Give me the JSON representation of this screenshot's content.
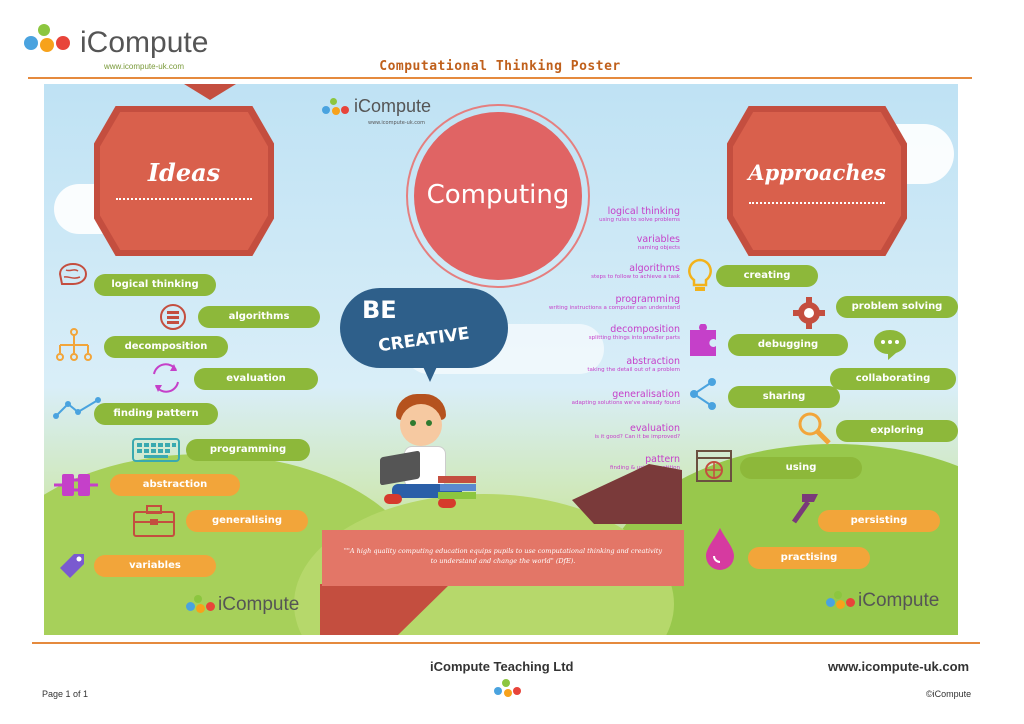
{
  "header": {
    "logo_text": "iCompute",
    "logo_url": "www.icompute-uk.com",
    "title": "Computational Thinking Poster"
  },
  "poster": {
    "inner_logo_text": "iCompute",
    "inner_logo_url": "www.icompute-uk.com",
    "ideas_title": "Ideas",
    "approaches_title": "Approaches",
    "computing_label": "Computing",
    "be_label": "BE",
    "creative_label": "CREATIVE",
    "quote": "\"\"A high quality computing education equips pupils to use computational thinking and creativity to understand and change the world\" (DfE).",
    "ideas": [
      "logical thinking",
      "algorithms",
      "decomposition",
      "evaluation",
      "finding pattern",
      "programming",
      "abstraction",
      "generalising",
      "variables"
    ],
    "approaches": [
      "creating",
      "problem solving",
      "debugging",
      "collaborating",
      "sharing",
      "exploring",
      "using",
      "persisting",
      "practising"
    ],
    "definitions": [
      {
        "term": "logical thinking",
        "desc": "using rules to solve problems"
      },
      {
        "term": "variables",
        "desc": "naming objects"
      },
      {
        "term": "algorithms",
        "desc": "steps to follow to achieve a task"
      },
      {
        "term": "programming",
        "desc": "writing instructions a computer can understand"
      },
      {
        "term": "decomposition",
        "desc": "splitting things into smaller parts"
      },
      {
        "term": "abstraction",
        "desc": "taking the detail out of a problem"
      },
      {
        "term": "generalisation",
        "desc": "adapting solutions we've already found"
      },
      {
        "term": "evaluation",
        "desc": "is it good? Can it be improved?"
      },
      {
        "term": "pattern",
        "desc": "finding & using repetition"
      }
    ],
    "bottom_left_logo": "iCompute",
    "bottom_right_logo": "iCompute"
  },
  "footer": {
    "company": "iCompute Teaching Ltd",
    "website": "www.icompute-uk.com",
    "page": "Page 1 of 1",
    "copyright": "©iCompute"
  },
  "colors": {
    "accent_orange": "#e58a3d",
    "pill_green": "#8db83a",
    "pill_orange": "#f2a53a",
    "hex_red": "#c44e3f",
    "magenta": "#c540c9"
  },
  "icons": [
    "brain-icon",
    "list-icon",
    "hierarchy-icon",
    "cycle-arrows-icon",
    "line-graph-icon",
    "keyboard-icon",
    "plug-icon",
    "toolbox-icon",
    "tag-icon",
    "lightbulb-icon",
    "gear-icon",
    "puzzle-icon",
    "chat-bubble-icon",
    "share-icon",
    "magnifier-icon",
    "browser-globe-icon",
    "hammer-icon",
    "drop-icon"
  ]
}
